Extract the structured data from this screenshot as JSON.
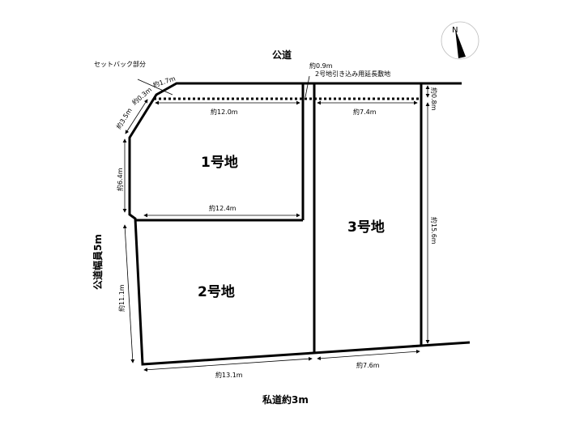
{
  "roads": {
    "top": "公道",
    "left": "公道幅員5m",
    "bottom": "私道約3m"
  },
  "notes": {
    "setback": "セットバック部分",
    "extension": "2号地引き込み用延長敷地"
  },
  "lots": [
    {
      "label": "1号地"
    },
    {
      "label": "2号地"
    },
    {
      "label": "3号地"
    }
  ],
  "dimensions": {
    "setback_corner": "約1.7m",
    "setback_depth": "約0.3m",
    "diag": "約3.5m",
    "left_upper": "約6.4m",
    "left_lower": "約11.1m",
    "lot1_top": "約12.0m",
    "lot1_bottom": "約12.4m",
    "ext_width": "約0.9m",
    "lot3_top": "約7.4m",
    "right_setback": "約0.8m",
    "right": "約15.6m",
    "bottom_left": "約13.1m",
    "bottom_right": "約7.6m"
  },
  "compass": {
    "north": "N"
  }
}
